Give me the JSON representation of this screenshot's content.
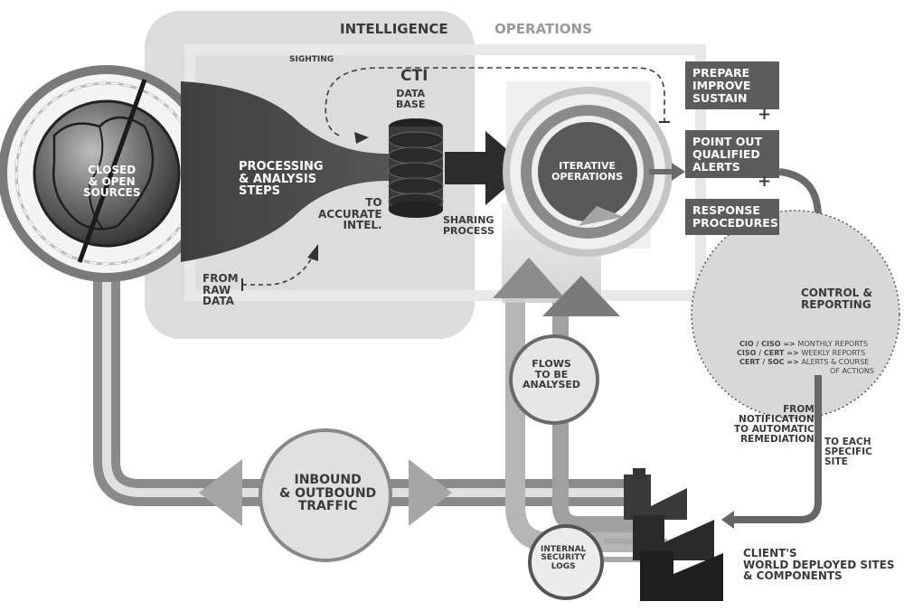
{
  "headers": {
    "intelligence": "INTELLIGENCE",
    "operations": "OPERATIONS"
  },
  "sources": {
    "label": "CLOSED\n& OPEN\nSOURCES"
  },
  "processing": {
    "label": "PROCESSING\n& ANALYSIS\nSTEPS"
  },
  "sighting": "SIGHTING",
  "raw_data": "FROM\nRAW\nDATA",
  "to_accurate": "TO\nACCURATE\nINTEL.",
  "cti_db": {
    "title": "CTI",
    "subtitle": "DATA\nBASE"
  },
  "sharing": "SHARING\nPROCESS",
  "iterative": "ITERATIVE\nOPERATIONS",
  "actions": [
    {
      "label": "PREPARE\nIMPROVE\nSUSTAIN"
    },
    {
      "label": "POINT OUT\nQUALIFIED\nALERTS"
    },
    {
      "label": "RESPONSE\nPROCEDURES"
    }
  ],
  "plus": "+",
  "control": {
    "title": "CONTROL &\nREPORTING",
    "rows": [
      {
        "who": "CIO / CISO =>",
        "what": "MONTHLY REPORTS"
      },
      {
        "who": "CISO / CERT =>",
        "what": "WEEKLY REPORTS"
      },
      {
        "who": "CERT / SOC =>",
        "what": "ALERTS & COURSE"
      },
      {
        "who": "",
        "what": "OF ACTIONS"
      }
    ]
  },
  "flows": "FLOWS\nTO BE\nANALYSED",
  "traffic": "INBOUND\n& OUTBOUND\nTRAFFIC",
  "notification": "FROM\nNOTIFICATION\nTO AUTOMATIC\nREMEDIATION",
  "each_site": "TO EACH\nSPECIFIC\nSITE",
  "logs": "INTERNAL\nSECURITY\nLOGS",
  "client": "CLIENT'S\nWORLD DEPLOYED SITES\n& COMPONENTS"
}
